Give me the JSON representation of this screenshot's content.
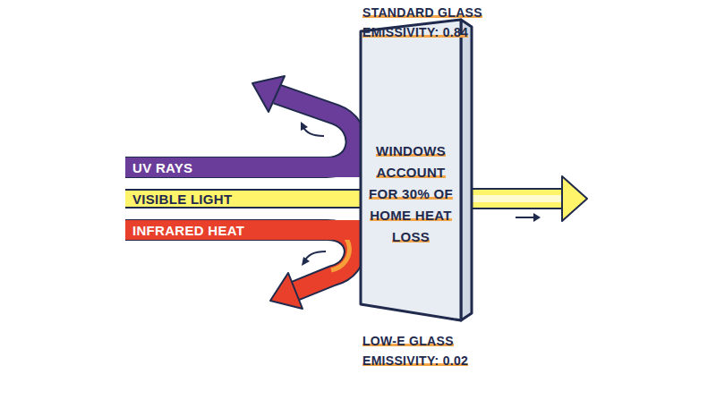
{
  "diagram": {
    "nodes": [
      {
        "text": [
          "UV RAYS"
        ]
      },
      {
        "text": [
          "VISIBLE LIGHT"
        ]
      },
      {
        "text": [
          "INFRARED HEAT"
        ]
      },
      {
        "text": [
          "WINDOWS ACCOUNT FOR 30% OF HOME HEAT LOSS"
        ]
      }
    ],
    "labels": [
      "STANDARD GLASS EMISSIVITY: 0.84",
      "LOW-E GLASS EMISSIVITY: 0.02"
    ]
  }
}
